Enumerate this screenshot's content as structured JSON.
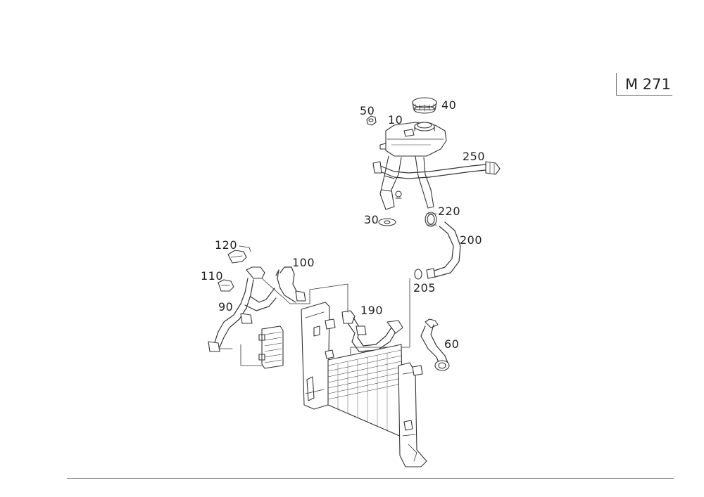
{
  "engine_label": "M 271",
  "callouts": {
    "p10": "10",
    "p30": "30",
    "p40": "40",
    "p50": "50",
    "p60": "60",
    "p90": "90",
    "p100": "100",
    "p110": "110",
    "p120": "120",
    "p190": "190",
    "p200": "200",
    "p205": "205",
    "p220": "220",
    "p250": "250"
  }
}
